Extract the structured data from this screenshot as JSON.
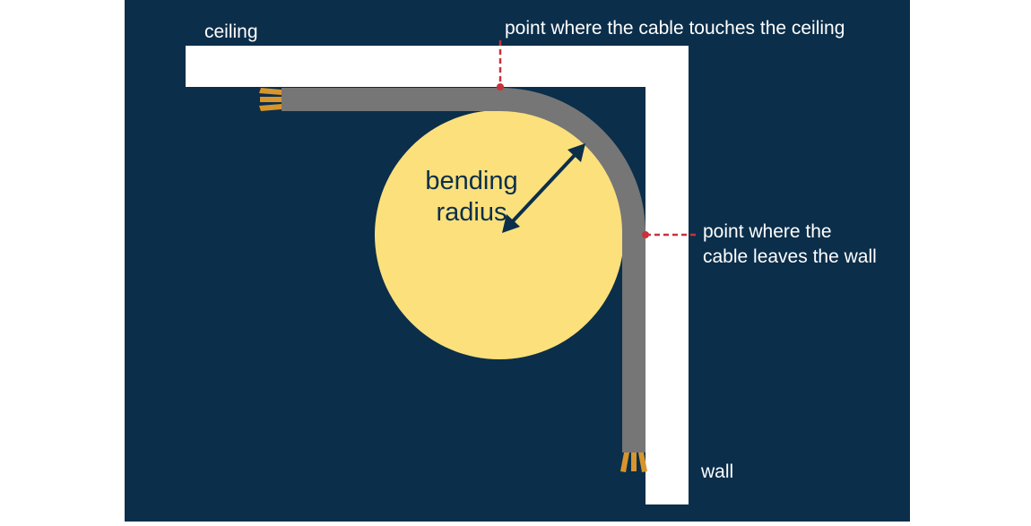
{
  "diagram": {
    "labels": {
      "ceiling": "ceiling",
      "wall": "wall",
      "touch_point": "point where the cable touches the ceiling",
      "leave_point_line1": "point where the",
      "leave_point_line2": "cable leaves the wall",
      "radius_line1": "bending",
      "radius_line2": "radius"
    },
    "colors": {
      "background": "#0b2e4a",
      "surface": "#ffffff",
      "cable": "#767676",
      "circle": "#fbe07c",
      "cable_end": "#d7952c",
      "marker": "#c8323c",
      "label_dark": "#0b2e4a"
    }
  }
}
